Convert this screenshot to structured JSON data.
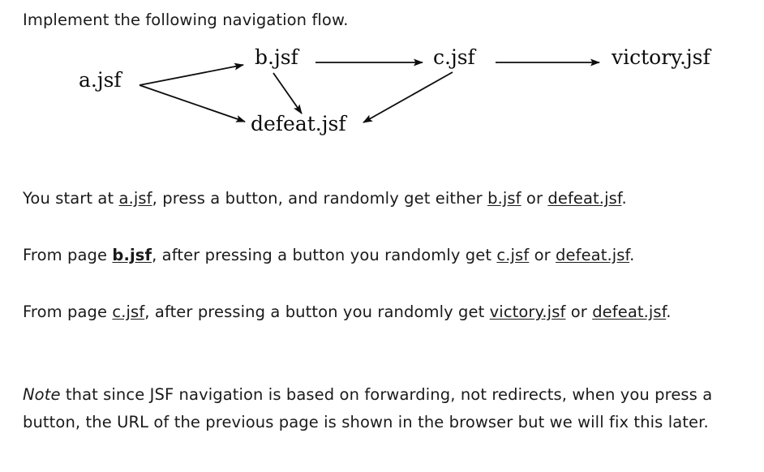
{
  "heading": "Implement the following navigation flow.",
  "diagram": {
    "nodes": {
      "a": "a.jsf",
      "b": "b.jsf",
      "defeat": "defeat.jsf",
      "c": "c.jsf",
      "victory": "victory.jsf"
    },
    "edges": [
      {
        "from": "a.jsf",
        "to": "b.jsf"
      },
      {
        "from": "a.jsf",
        "to": "defeat.jsf"
      },
      {
        "from": "b.jsf",
        "to": "c.jsf"
      },
      {
        "from": "b.jsf",
        "to": "defeat.jsf"
      },
      {
        "from": "c.jsf",
        "to": "victory.jsf"
      },
      {
        "from": "c.jsf",
        "to": "defeat.jsf"
      }
    ]
  },
  "paragraphs": {
    "p1": {
      "seg1": "You start at ",
      "link1": "a.jsf",
      "seg2": ", press a button, and randomly get either ",
      "link2": "b.jsf",
      "seg3": " or ",
      "link3": "defeat.jsf",
      "seg4": "."
    },
    "p2": {
      "seg1": "From page ",
      "link1": "b.jsf",
      "seg2": ", after pressing a button you randomly get ",
      "link2": "c.jsf",
      "seg3": " or ",
      "link3": "defeat.jsf",
      "seg4": "."
    },
    "p3": {
      "seg1": "From page ",
      "link1": "c.jsf",
      "seg2": ", after pressing a button you randomly get ",
      "link2": "victory.jsf",
      "seg3": " or ",
      "link3": "defeat.jsf",
      "seg4": "."
    },
    "p4": {
      "emphasis": "Note",
      "body": " that since JSF navigation is based on forwarding, not redirects, when you press a button, the URL of the previous page is shown in the browser but we will fix this later."
    }
  },
  "colors": {
    "background": "#ffffff",
    "text": "#1a1a1a",
    "diagram_stroke": "#0d0d0d"
  }
}
